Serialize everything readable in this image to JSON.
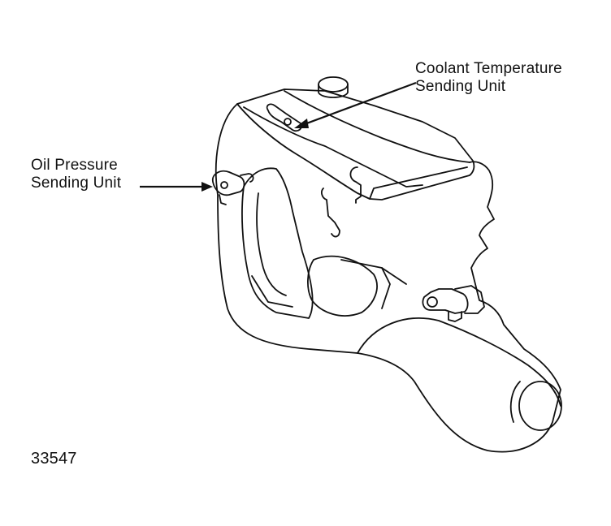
{
  "labels": {
    "coolant_line1": "Coolant Temperature",
    "coolant_line2": "Sending Unit",
    "oil_line1": "Oil Pressure",
    "oil_line2": "Sending Unit"
  },
  "figure_number": "33547",
  "colors": {
    "ink": "#111111",
    "background": "#ffffff"
  }
}
